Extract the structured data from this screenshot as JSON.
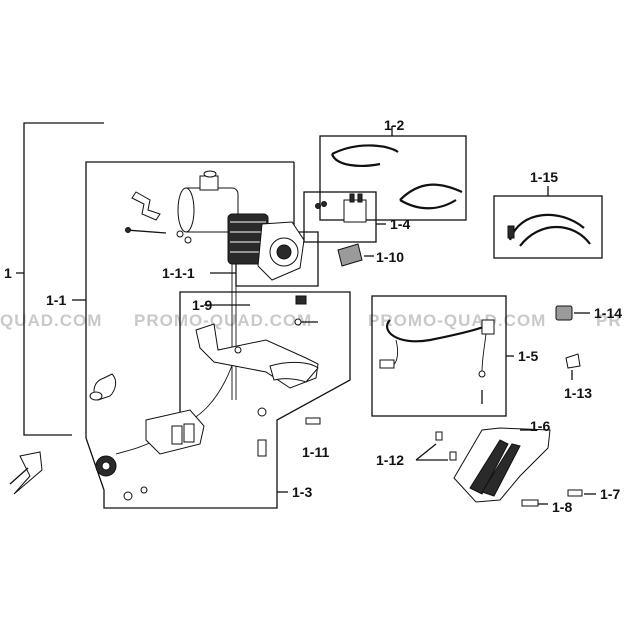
{
  "watermark": {
    "text_left": "QUAD.COM",
    "text_mid": "PROMO-QUAD.COM",
    "text_right": "PROMO-QUAD.COM",
    "text_edge": "PR"
  },
  "labels": {
    "l1": "1",
    "l1_1": "1-1",
    "l1_1_1": "1-1-1",
    "l1_2": "1-2",
    "l1_3": "1-3",
    "l1_4": "1-4",
    "l1_5": "1-5",
    "l1_6": "1-6",
    "l1_7": "1-7",
    "l1_8": "1-8",
    "l1_9": "1-9",
    "l1_10": "1-10",
    "l1_11": "1-11",
    "l1_12": "1-12",
    "l1_13": "1-13",
    "l1_14": "1-14",
    "l1_15": "1-15"
  },
  "colors": {
    "line": "#111111",
    "watermark": "#c9c9c9",
    "part_grey": "#9a9a9a"
  }
}
